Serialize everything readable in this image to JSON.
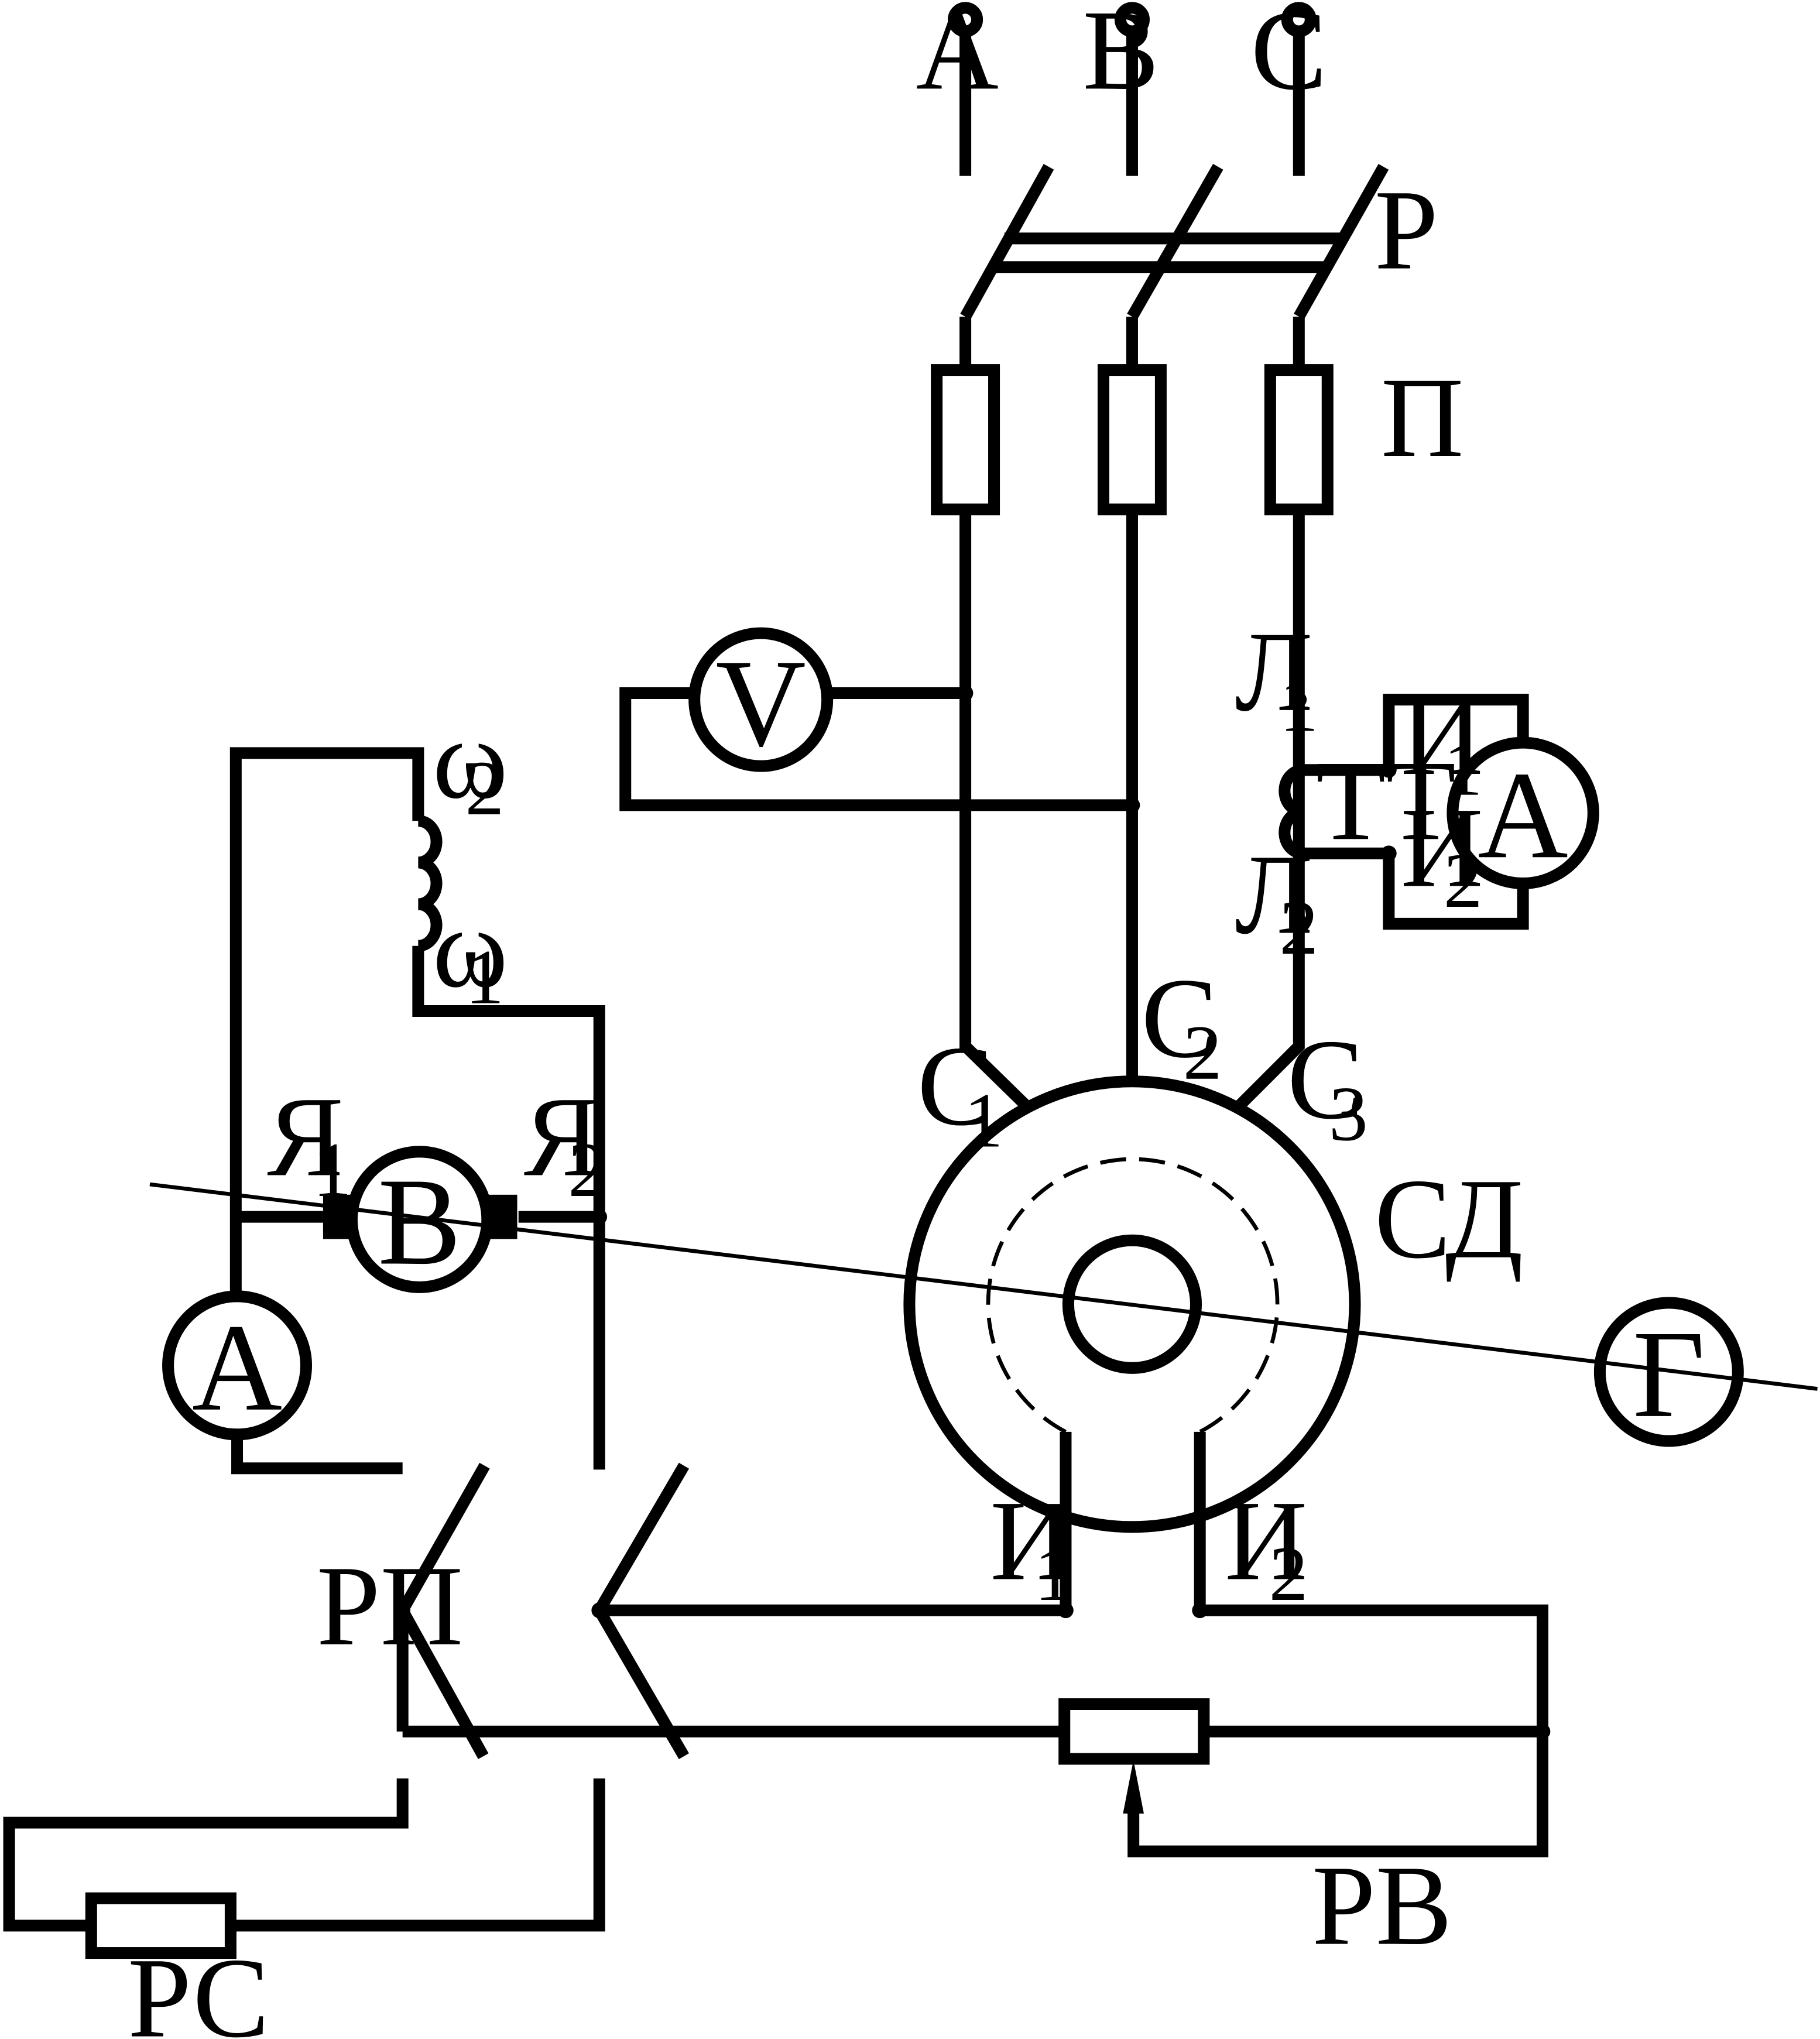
{
  "terminals": {
    "a": "А",
    "b": "В",
    "c": "С"
  },
  "switch_label": "Р",
  "fuse_label": "П",
  "voltmeter_label": "V",
  "current_transformer": {
    "label": "ТТ",
    "primary_1": "Л",
    "primary_1_sub": "1",
    "primary_2": "Л",
    "primary_2_sub": "2",
    "secondary_1": "И",
    "secondary_1_sub": "1",
    "secondary_2": "И",
    "secondary_2_sub": "2"
  },
  "ammeter_ac_label": "А",
  "motor": {
    "label": "СД",
    "c1": "С",
    "c1_sub": "1",
    "c2": "С",
    "c2_sub": "2",
    "c3": "С",
    "c3_sub": "3",
    "i1": "И",
    "i1_sub": "1",
    "i2": "И",
    "i2_sub": "2"
  },
  "tachogenerator_label": "Г",
  "exciter": {
    "label": "В",
    "a1": "Я",
    "a1_sub": "1",
    "a2": "Я",
    "a2_sub": "2",
    "w1": "ω",
    "w1_sub": "1",
    "w2": "ω",
    "w2_sub": "2"
  },
  "ammeter_dc_label": "А",
  "reversing_switch_label": "РП",
  "field_rheostat_label": "РВ",
  "discharge_resistor_label": "РС"
}
